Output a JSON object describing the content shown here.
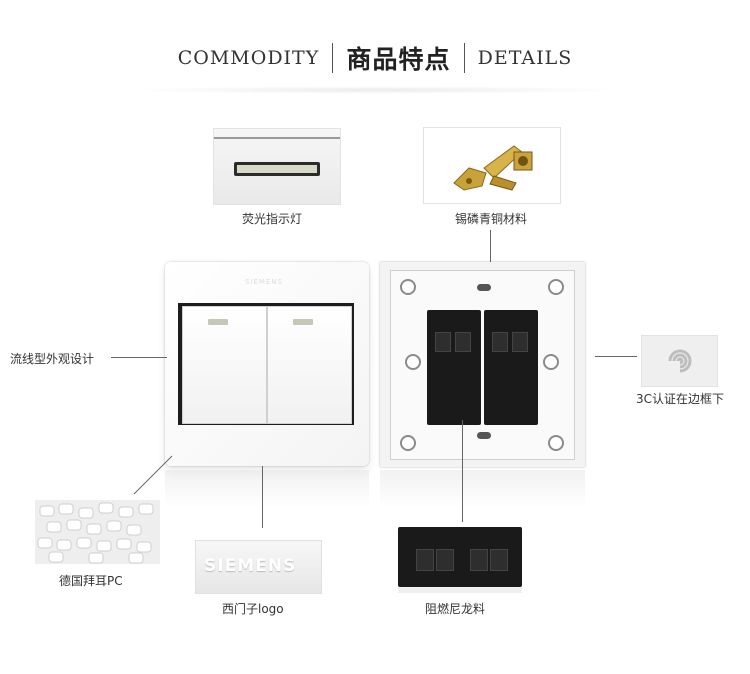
{
  "header": {
    "en_left": "COMMODITY",
    "cn": "商品特点",
    "en_right": "DETAILS"
  },
  "labels": {
    "fluorescent": "荧光指示灯",
    "bronze": "锡磷青铜材料",
    "streamline": "流线型外观设计",
    "cert": "3C认证在边框下",
    "pc": "德国拜耳PC",
    "logo": "西门子logo",
    "nylon": "阻燃尼龙料"
  },
  "brand": {
    "plate_brand": "SIEMENS",
    "logo_text": "SIEMENS"
  },
  "colors": {
    "text": "#333333",
    "switch_body": "#ffffff",
    "module": "#1a1a1a",
    "bronze": "#c9a23a"
  }
}
